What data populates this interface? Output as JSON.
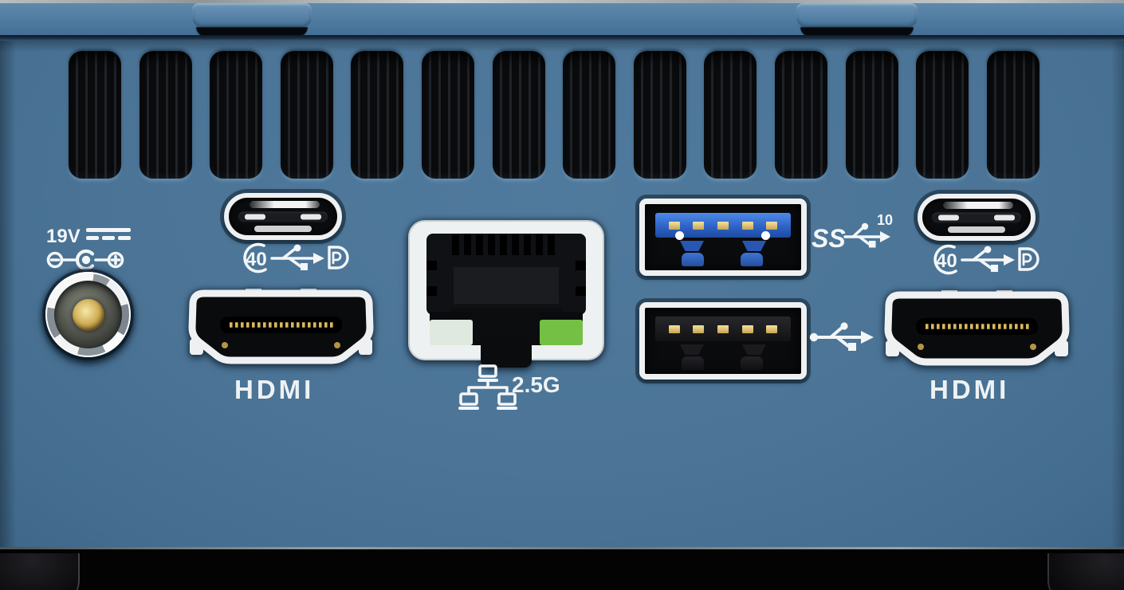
{
  "device": {
    "type": "mini-pc-rear-io-panel",
    "chassis_color_name": "blue"
  },
  "colors": {
    "chassis_face": "#4b7496",
    "chassis_lid": "#4f7ba1",
    "chassis_base": "#030303",
    "port_bezel": "#eef0f2",
    "usb3_tongue_blue": "#2c60c4",
    "usb2_tongue_black": "#1b1b1e",
    "contact_gold": "#d8b45c",
    "ethernet_led_left": "#dfe9df",
    "ethernet_led_right": "#74c044",
    "label_text": "#f3f6f8"
  },
  "labels": {
    "power_voltage": "19V",
    "usb_c_left_speed": "40",
    "usb_c_right_speed": "40",
    "usb_a_superspeed_prefix": "SS",
    "usb_a_superspeed_rate": "10",
    "ethernet_speed": "2.5G",
    "hdmi_left": "HDMI",
    "hdmi_right": "HDMI"
  },
  "icons": {
    "power": [
      "dc-symbol-icon",
      "polarity-center-positive-icon"
    ],
    "usb_c": [
      "usb4-40-icon",
      "usb-trident-icon",
      "displayport-icon"
    ],
    "usb_a_top": [
      "usb-ss-trident-icon"
    ],
    "usb_a_bottom": [
      "usb-trident-icon"
    ],
    "ethernet": [
      "ethernet-network-icon"
    ]
  },
  "vents": {
    "count": 14
  }
}
